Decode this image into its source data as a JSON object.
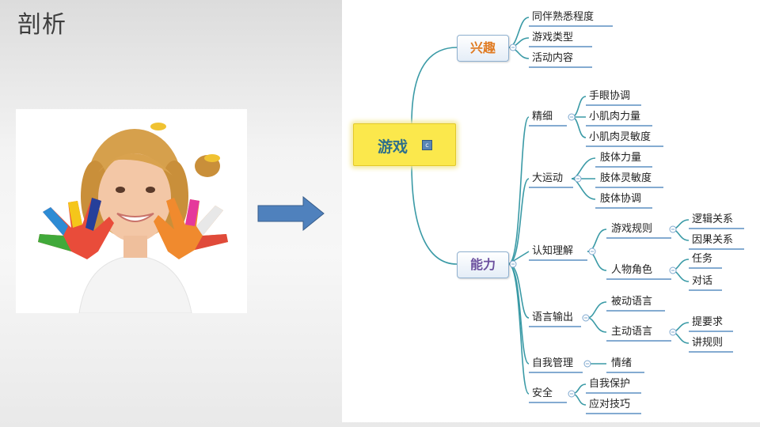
{
  "slide": {
    "title": "剖析"
  },
  "photo": {
    "description_icon": "child-with-painted-hands"
  },
  "mindmap": {
    "central": "游戏",
    "interest": {
      "label": "兴趣",
      "items": [
        "同伴熟悉程度",
        "游戏类型",
        "活动内容"
      ]
    },
    "ability": {
      "label": "能力",
      "fine": {
        "label": "精细",
        "items": [
          "手眼协调",
          "小肌肉力量",
          "小肌肉灵敏度"
        ]
      },
      "gross": {
        "label": "大运动",
        "items": [
          "肢体力量",
          "肢体灵敏度",
          "肢体协调"
        ]
      },
      "cognition": {
        "label": "认知理解",
        "rules": {
          "label": "游戏规则",
          "items": [
            "逻辑关系",
            "因果关系"
          ]
        },
        "roles": {
          "label": "人物角色",
          "items": [
            "任务",
            "对话"
          ]
        }
      },
      "language": {
        "label": "语言输出",
        "passive": "被动语言",
        "active": {
          "label": "主动语言",
          "items": [
            "提要求",
            "讲规则"
          ]
        }
      },
      "self": {
        "label": "自我管理",
        "items": [
          "情绪"
        ]
      },
      "safety": {
        "label": "安全",
        "items": [
          "自我保护",
          "应对技巧"
        ]
      }
    }
  },
  "colors": {
    "interest": "#e07b22",
    "ability": "#6b4f9e",
    "branch": "#3a9aa6",
    "underline": "#5b8fc2",
    "central_fill": "#fbe84c"
  }
}
